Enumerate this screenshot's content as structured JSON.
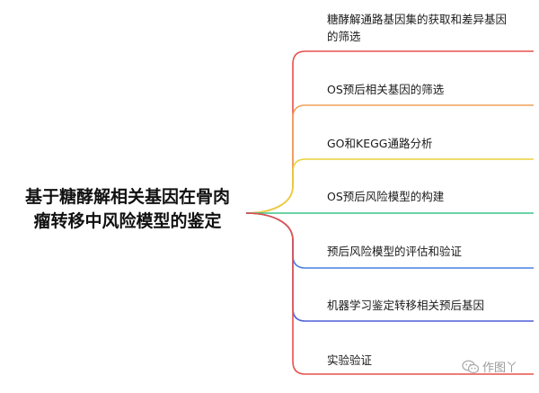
{
  "root": {
    "title": "基于糖酵解相关基因在骨肉\n瘤转移中风险模型的鉴定"
  },
  "branches": [
    {
      "label": "糖酵解通路基因集的获取和差异基因\n的筛选",
      "color": "#e8504a"
    },
    {
      "label": "OS预后相关基因的筛选",
      "color": "#f0a05a"
    },
    {
      "label": "GO和KEGG通路分析",
      "color": "#ecd03a"
    },
    {
      "label": "OS预后风险模型的构建",
      "color": "#3cc48c"
    },
    {
      "label": "预后风险模型的评估和验证",
      "color": "#4a7fe0"
    },
    {
      "label": "机器学习鉴定转移相关预后基因",
      "color": "#4f5fd8"
    },
    {
      "label": "实验验证",
      "color": "#e8504a"
    }
  ],
  "watermark": {
    "icon": "wechat-icon",
    "text": "作图丫"
  }
}
